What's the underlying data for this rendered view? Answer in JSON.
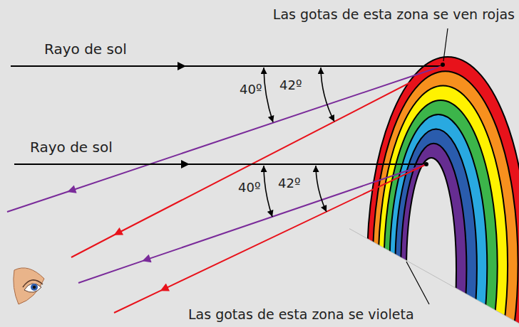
{
  "diagram": {
    "labels": [
      "Las gotas de esta zona se ven rojas",
      "Rayo de sol",
      "40º",
      "42º",
      "Rayo de sol",
      "40º",
      "42º",
      "Las gotas de esta zona se violeta"
    ]
  }
}
